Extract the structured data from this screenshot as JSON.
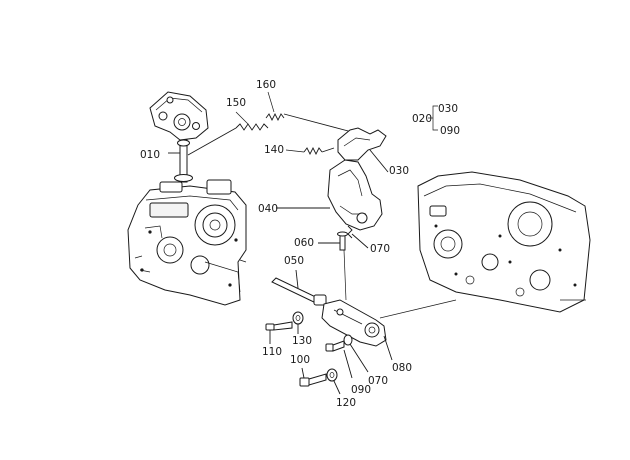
{
  "diagram": {
    "labels": {
      "p010": "010",
      "p020": "020",
      "p030_legend": "030",
      "p090_legend": "090",
      "p030": "030",
      "p040": "040",
      "p050": "050",
      "p060": "060",
      "p070_upper": "070",
      "p070_lower": "070",
      "p080": "080",
      "p090": "090",
      "p100": "100",
      "p110": "110",
      "p120": "120",
      "p130": "130",
      "p140": "140",
      "p150": "150",
      "p160": "160"
    }
  }
}
